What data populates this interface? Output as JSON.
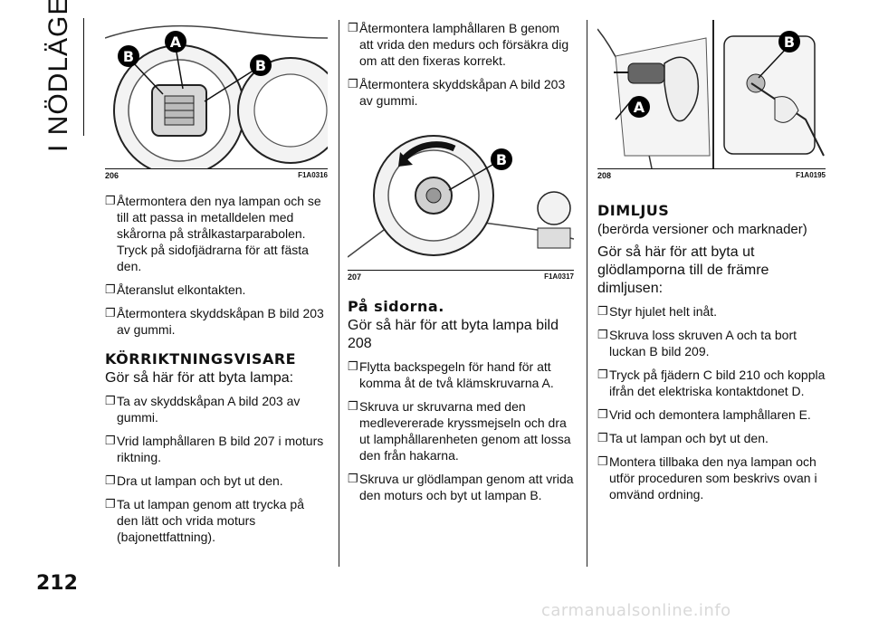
{
  "section_title": "I NÖDLÄGE",
  "page_number": "212",
  "watermark": "carmanualsonline.info",
  "figures": {
    "f206": {
      "number": "206",
      "code": "F1A0316",
      "labels": [
        "B",
        "A",
        "B"
      ]
    },
    "f207": {
      "number": "207",
      "code": "F1A0317",
      "labels": [
        "B"
      ]
    },
    "f208": {
      "number": "208",
      "code": "F1A0195",
      "labels": [
        "A",
        "B"
      ]
    }
  },
  "col1": {
    "items_a": [
      "Återmontera den nya lampan och se till att passa in metalldelen med skårorna på strålkastarparabolen. Tryck på sidofjädrarna för att fästa den.",
      "Återanslut elkontakten.",
      "Återmontera skyddskåpan B bild 203 av gummi."
    ],
    "heading": "KÖRRIKTNINGSVISARE",
    "lead": "Gör så här för att byta lampa:",
    "items_b": [
      "Ta av skyddskåpan A bild 203 av gummi.",
      "Vrid lamphållaren B bild 207 i moturs riktning.",
      "Dra ut lampan och byt ut den.",
      "Ta ut lampan genom att trycka på den lätt och vrida moturs (bajonettfattning)."
    ]
  },
  "col2": {
    "items_a": [
      "Återmontera lamphållaren B genom att vrida den medurs och försäkra dig om att den fixeras korrekt.",
      "Återmontera skyddskåpan A bild 203 av gummi."
    ],
    "heading": "På sidorna.",
    "lead": "Gör så här för att byta lampa bild 208",
    "items_b": [
      "Flytta backspegeln för hand för att komma åt de två klämskruvarna A.",
      "Skruva ur skruvarna med den medlevererade kryssmejseln och dra ut lamphållarenheten genom att lossa den från hakarna.",
      "Skruva ur glödlampan genom att vrida den moturs och byt ut lampan B."
    ]
  },
  "col3": {
    "heading": "DIMLJUS",
    "sub": "(berörda versioner och marknader)",
    "lead": "Gör så här för att byta ut glödlamporna till de främre dimljusen:",
    "items": [
      "Styr hjulet helt inåt.",
      "Skruva loss skruven A och ta bort luckan B bild 209.",
      "Tryck på fjädern C bild 210 och koppla ifrån det elektriska kontaktdonet D.",
      "Vrid och demontera lamphållaren E.",
      "Ta ut lampan och byt ut den.",
      "Montera tillbaka den nya lampan och utför proceduren som beskrivs ovan i omvänd ordning."
    ]
  },
  "bullet_glyph": "❐"
}
